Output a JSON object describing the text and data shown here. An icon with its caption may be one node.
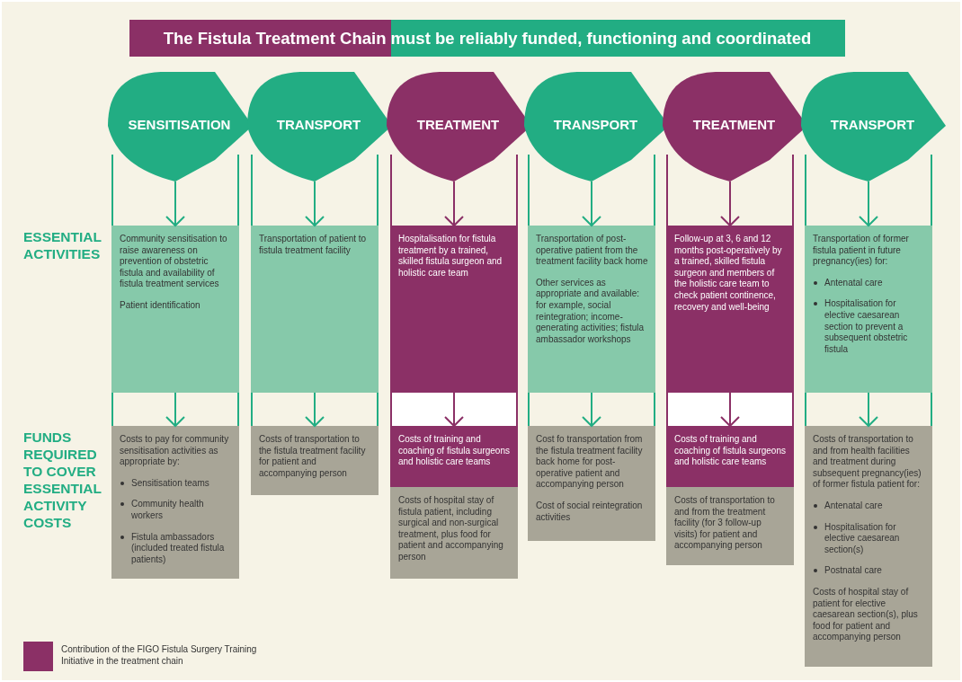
{
  "diagram": {
    "title": "The Fistula Treatment Chain must be reliably funded, functioning and coordinated",
    "nodes": [
      {
        "text": [
          "SENSITISATION"
        ]
      },
      {
        "text": [
          "Community sensitisation to raise awareness on prevention of obstetric fistula and availability of fistula treatment services",
          "Patient identification"
        ]
      },
      {
        "text": [
          "Costs to pay for community sensitisation activities as appropriate by:",
          "Sensitisation teams",
          "Community health workers",
          "Fistula ambassadors (included treated fistula patients)"
        ]
      },
      {
        "text": [
          "TRANSPORT"
        ]
      },
      {
        "text": [
          "Transportation of patient to fistula treatment facility"
        ]
      },
      {
        "text": [
          "Costs of transportation to the fistula treatment facility for patient and accompanying person"
        ]
      },
      {
        "text": [
          "TREATMENT"
        ]
      },
      {
        "text": [
          "Hospitalisation for fistula treatment by a trained, skilled fistula surgeon and holistic care team"
        ]
      },
      {
        "text": [
          "Costs of training and coaching of fistula surgeons and holistic care teams"
        ]
      },
      {
        "text": [
          "Costs of hospital stay of fistula patient, including surgical and non-surgical treatment, plus food for patient and accompanying person"
        ]
      },
      {
        "text": [
          "TRANSPORT"
        ]
      },
      {
        "text": [
          "Transportation of post-operative patient from the treatment facility back home",
          "Other services as appropriate and available: for example, social reintegration; income-generating activities; fistula ambassador workshops"
        ]
      },
      {
        "text": [
          "Cost fo transportation from the fistula treatment facility back home for post-operative patient and accompanying person",
          "Cost of social reintegration activities"
        ]
      },
      {
        "text": [
          "TREATMENT"
        ]
      },
      {
        "text": [
          "Follow-up at 3, 6 and 12 months post-operatively by a trained, skilled fistula surgeon and members of the holistic care team to check patient continence, recovery and well-being"
        ]
      },
      {
        "text": [
          "Costs of training and coaching of fistula surgeons and holistic care teams"
        ]
      },
      {
        "text": [
          "Costs of transportation to and from the treatment facility (for 3 follow-up visits) for patient and accompanying person"
        ]
      },
      {
        "text": [
          "TRANSPORT"
        ]
      },
      {
        "text": [
          "Transportation of former fistula patient in future pregnancy(ies) for:",
          "Antenatal care",
          "Hospitalisation for elective caesarean section to prevent a subsequent obstetric fistula"
        ]
      },
      {
        "text": [
          "Costs of transportation to and from health facilities and treatment during subsequent pregnancy(ies) of former fistula patient for:",
          "Antenatal care",
          "Hospitalisation for elective caesarean section(s)",
          "Postnatal care",
          "Costs of hospital stay of patient for elective caesarean section(s), plus food for patient and accompanying person"
        ]
      }
    ],
    "edges": [
      {
        "from": 0,
        "to": 1,
        "arrow": "to"
      },
      {
        "from": 1,
        "to": 2,
        "arrow": "to"
      },
      {
        "from": 3,
        "to": 4,
        "arrow": "to"
      },
      {
        "from": 4,
        "to": 5,
        "arrow": "to"
      },
      {
        "from": 6,
        "to": 7,
        "arrow": "to",
        "color": "#8b3066"
      },
      {
        "from": 7,
        "to": 8,
        "arrow": "to",
        "color": "#8b3066"
      },
      {
        "from": 10,
        "to": 11,
        "arrow": "to"
      },
      {
        "from": 11,
        "to": 12,
        "arrow": "to"
      },
      {
        "from": 13,
        "to": 14,
        "arrow": "to",
        "color": "#8b3066"
      },
      {
        "from": 14,
        "to": 15,
        "arrow": "to",
        "color": "#8b3066"
      },
      {
        "from": 17,
        "to": 18,
        "arrow": "to"
      },
      {
        "from": 18,
        "to": 19,
        "arrow": "to"
      }
    ],
    "labels": [
      "ESSENTIAL ACTIVITIES",
      "FUNDS REQUIRED TO COVER ESSENTIAL ACTIVITY COSTS"
    ],
    "legend": [
      {
        "text": "Contribution of the FIGO Fistula Surgery Training Initiative in the treatment chain",
        "color": "#8b3066"
      }
    ]
  }
}
